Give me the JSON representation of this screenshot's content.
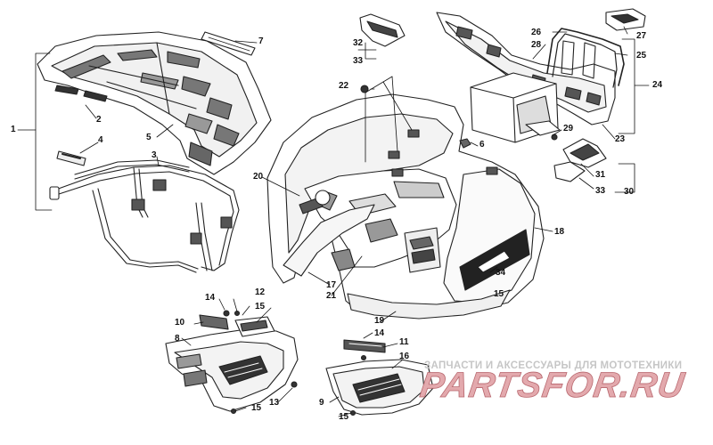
{
  "diagram": {
    "callouts": [
      {
        "id": "c1",
        "text": "1"
      },
      {
        "id": "c2",
        "text": "2"
      },
      {
        "id": "c3",
        "text": "3"
      },
      {
        "id": "c4",
        "text": "4"
      },
      {
        "id": "c5",
        "text": "5"
      },
      {
        "id": "c6",
        "text": "6"
      },
      {
        "id": "c7",
        "text": "7"
      },
      {
        "id": "c8",
        "text": "8"
      },
      {
        "id": "c9",
        "text": "9"
      },
      {
        "id": "c10",
        "text": "10"
      },
      {
        "id": "c11",
        "text": "11"
      },
      {
        "id": "c12",
        "text": "12"
      },
      {
        "id": "c13",
        "text": "13"
      },
      {
        "id": "c14a",
        "text": "14"
      },
      {
        "id": "c14b",
        "text": "14"
      },
      {
        "id": "c15a",
        "text": "15"
      },
      {
        "id": "c15b",
        "text": "15"
      },
      {
        "id": "c15c",
        "text": "15"
      },
      {
        "id": "c15d",
        "text": "15"
      },
      {
        "id": "c16",
        "text": "16"
      },
      {
        "id": "c17",
        "text": "17"
      },
      {
        "id": "c18",
        "text": "18"
      },
      {
        "id": "c19",
        "text": "19"
      },
      {
        "id": "c20",
        "text": "20"
      },
      {
        "id": "c21",
        "text": "21"
      },
      {
        "id": "c22",
        "text": "22"
      },
      {
        "id": "c23",
        "text": "23"
      },
      {
        "id": "c24",
        "text": "24"
      },
      {
        "id": "c25",
        "text": "25"
      },
      {
        "id": "c26",
        "text": "26"
      },
      {
        "id": "c27",
        "text": "27"
      },
      {
        "id": "c28",
        "text": "28"
      },
      {
        "id": "c29",
        "text": "29"
      },
      {
        "id": "c30",
        "text": "30"
      },
      {
        "id": "c31",
        "text": "31"
      },
      {
        "id": "c32",
        "text": "32"
      },
      {
        "id": "c33a",
        "text": "33"
      },
      {
        "id": "c33b",
        "text": "33"
      },
      {
        "id": "c34",
        "text": "34"
      }
    ]
  },
  "watermark": {
    "tagline": "ЗАПЧАСТИ И АКСЕССУАРЫ ДЛЯ МОТОТЕХНИКИ",
    "logo_text": "PARTSFOR.RU",
    "logo_color": "#e3a9ad"
  }
}
